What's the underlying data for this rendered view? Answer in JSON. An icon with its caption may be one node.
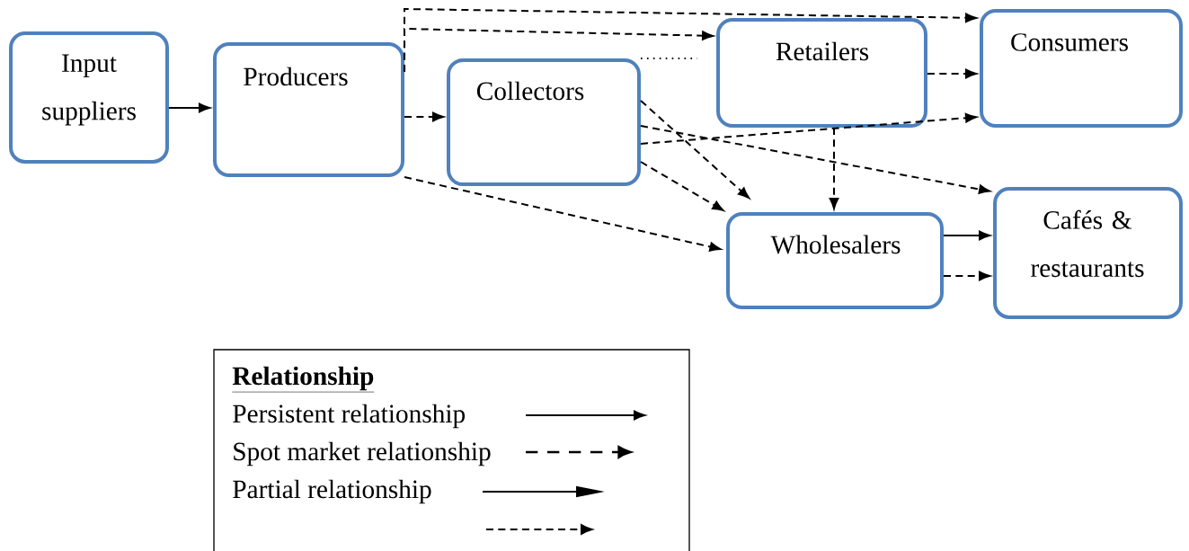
{
  "diagram": {
    "nodes": [
      {
        "text": [
          "Input suppliers"
        ]
      },
      {
        "text": [
          "Producers"
        ]
      },
      {
        "text": [
          "Collectors"
        ]
      },
      {
        "text": [
          "Retailers"
        ]
      },
      {
        "text": [
          "Consumers"
        ]
      },
      {
        "text": [
          "Wholesalers"
        ]
      },
      {
        "text": [
          "Cafés & restaurants"
        ]
      }
    ],
    "edges": [
      {
        "from": 0,
        "to": 1,
        "arrow": "to"
      },
      {
        "from": 1,
        "to": 4,
        "arrow": "to",
        "style": "dashed"
      },
      {
        "from": 1,
        "to": 3,
        "arrow": "to",
        "style": "dashed"
      },
      {
        "from": 1,
        "to": 2,
        "arrow": "to",
        "style": "dashed"
      },
      {
        "from": 1,
        "to": 5,
        "arrow": "to",
        "style": "dashed"
      },
      {
        "from": 2,
        "to": 3,
        "arrow": "none",
        "style": "dashed"
      },
      {
        "from": 2,
        "to": 6,
        "arrow": "to",
        "style": "dashed"
      },
      {
        "from": 2,
        "to": 5,
        "arrow": "to",
        "style": "dashed"
      },
      {
        "from": 2,
        "to": 5,
        "arrow": "to",
        "style": "dashed"
      },
      {
        "from": 2,
        "to": 4,
        "arrow": "to",
        "style": "dashed"
      },
      {
        "from": 3,
        "to": 4,
        "arrow": "to",
        "style": "dashed"
      },
      {
        "from": 3,
        "to": 5,
        "arrow": "to",
        "style": "dashed"
      },
      {
        "from": 5,
        "to": 6,
        "arrow": "to"
      },
      {
        "from": 5,
        "to": 6,
        "arrow": "to",
        "style": "dashed"
      }
    ],
    "labels": [
      "Relationship"
    ],
    "legend": [
      {
        "text": "Persistent relationship"
      },
      {
        "text": "Spot market relationship"
      },
      {
        "text": "Partial relationship"
      }
    ]
  }
}
